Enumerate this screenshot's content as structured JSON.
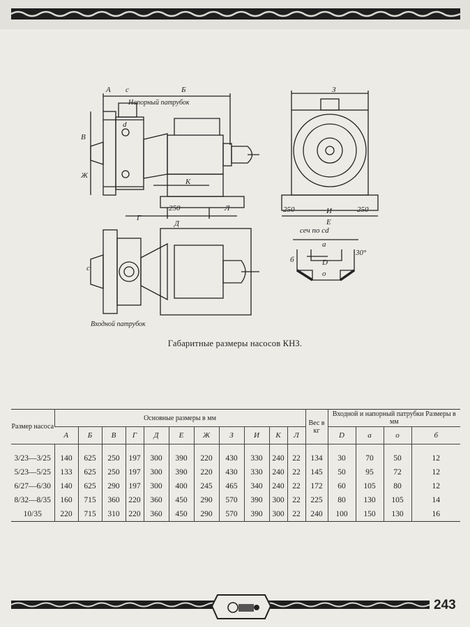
{
  "figure": {
    "labels": {
      "A": "А",
      "c": "с",
      "B": "Б",
      "V": "В",
      "Zh": "Ж",
      "d": "d",
      "K": "К",
      "G": "Г",
      "D": "Д",
      "L": "Л",
      "dim250": "250",
      "Z": "З",
      "I": "И",
      "E": "Е",
      "d_small": "D",
      "a": "а",
      "o": "о",
      "b": "б",
      "angle": "30°",
      "section": "сеч по cd",
      "discharge": "Напорный патрубок",
      "inlet": "Входной патрубок"
    },
    "caption": "Габаритные размеры насосов КНЗ."
  },
  "table": {
    "col_model": "Размер насоса",
    "group_main": "Основные размеры в мм",
    "col_weight": "Вес в кг",
    "group_nozzles": "Входной и напорный патрубки Размеры в мм",
    "main_cols": [
      "А",
      "Б",
      "В",
      "Г",
      "Д",
      "Е",
      "Ж",
      "З",
      "И",
      "К",
      "Л"
    ],
    "nozzle_cols": [
      "D",
      "а",
      "о",
      "б"
    ],
    "rows": [
      {
        "model": "3/23—3/25",
        "main": [
          "140",
          "625",
          "250",
          "197",
          "300",
          "390",
          "220",
          "430",
          "330",
          "240",
          "22"
        ],
        "weight": "134",
        "nozzle": [
          "30",
          "70",
          "50",
          "12"
        ]
      },
      {
        "model": "5/23—5/25",
        "main": [
          "133",
          "625",
          "250",
          "197",
          "300",
          "390",
          "220",
          "430",
          "330",
          "240",
          "22"
        ],
        "weight": "145",
        "nozzle": [
          "50",
          "95",
          "72",
          "12"
        ]
      },
      {
        "model": "6/27—6/30",
        "main": [
          "140",
          "625",
          "290",
          "197",
          "300",
          "400",
          "245",
          "465",
          "340",
          "240",
          "22"
        ],
        "weight": "172",
        "nozzle": [
          "60",
          "105",
          "80",
          "12"
        ]
      },
      {
        "model": "8/32—8/35",
        "main": [
          "160",
          "715",
          "360",
          "220",
          "360",
          "450",
          "290",
          "570",
          "390",
          "300",
          "22"
        ],
        "weight": "225",
        "nozzle": [
          "80",
          "130",
          "105",
          "14"
        ]
      },
      {
        "model": "10/35",
        "main": [
          "220",
          "715",
          "310",
          "220",
          "360",
          "450",
          "290",
          "570",
          "390",
          "300",
          "22"
        ],
        "weight": "240",
        "nozzle": [
          "100",
          "150",
          "130",
          "16"
        ]
      }
    ]
  },
  "page_number": "243",
  "colors": {
    "ink": "#222222",
    "paper": "#ecebe6"
  }
}
